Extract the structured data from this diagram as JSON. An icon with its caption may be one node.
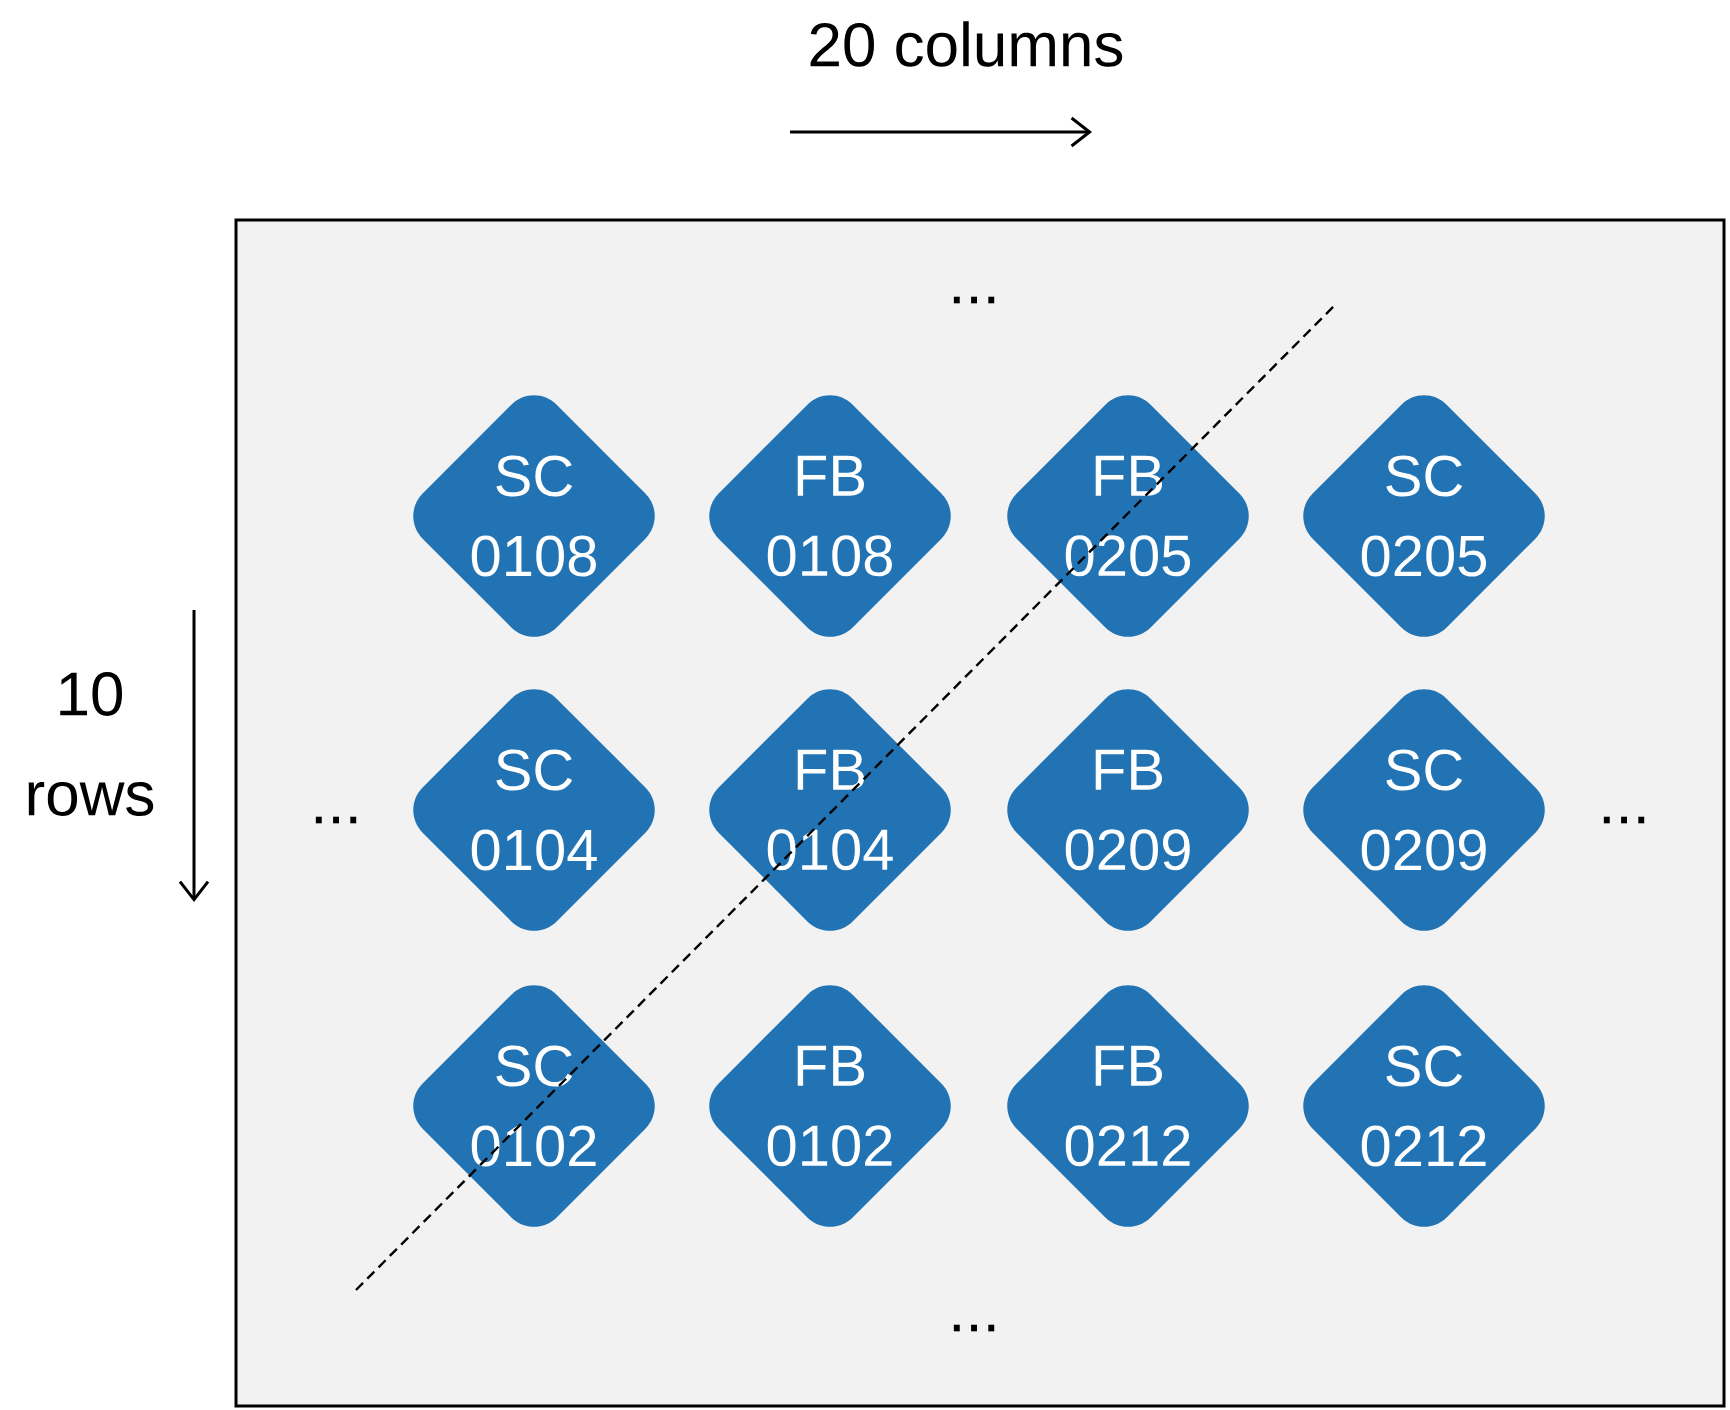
{
  "diagram": {
    "nodes": [
      {
        "text": [],
        "shape": "box"
      },
      {
        "text": [
          "SC 0108"
        ],
        "in": 0
      },
      {
        "text": [
          "FB 0108"
        ],
        "in": 0
      },
      {
        "text": [
          "FB 0205"
        ],
        "in": 0
      },
      {
        "text": [
          "SC 0205"
        ],
        "in": 0
      },
      {
        "text": [
          "SC 0104"
        ],
        "in": 0
      },
      {
        "text": [
          "FB 0104"
        ],
        "in": 0
      },
      {
        "text": [
          "FB 0209"
        ],
        "in": 0
      },
      {
        "text": [
          "SC 0209"
        ],
        "in": 0
      },
      {
        "text": [
          "SC 0102"
        ],
        "in": 0
      },
      {
        "text": [
          "FB 0102"
        ],
        "in": 0
      },
      {
        "text": [
          "FB 0212"
        ],
        "in": 0
      },
      {
        "text": [
          "SC 0212"
        ],
        "in": 0
      }
    ],
    "labels": [
      "20 columns",
      "...",
      "10 rows",
      "...",
      "...",
      "..."
    ]
  }
}
